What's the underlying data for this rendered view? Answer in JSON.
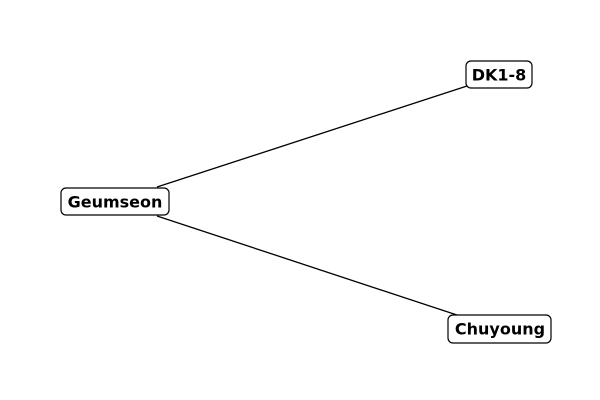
{
  "diagram": {
    "nodes": [
      {
        "id": "geumseon",
        "label": "Geumseon"
      },
      {
        "id": "dk1-8",
        "label": "DK1-8"
      },
      {
        "id": "chuyoung",
        "label": "Chuyoung"
      }
    ],
    "edges": [
      {
        "from": "geumseon",
        "to": "dk1-8"
      },
      {
        "from": "geumseon",
        "to": "chuyoung"
      }
    ]
  }
}
